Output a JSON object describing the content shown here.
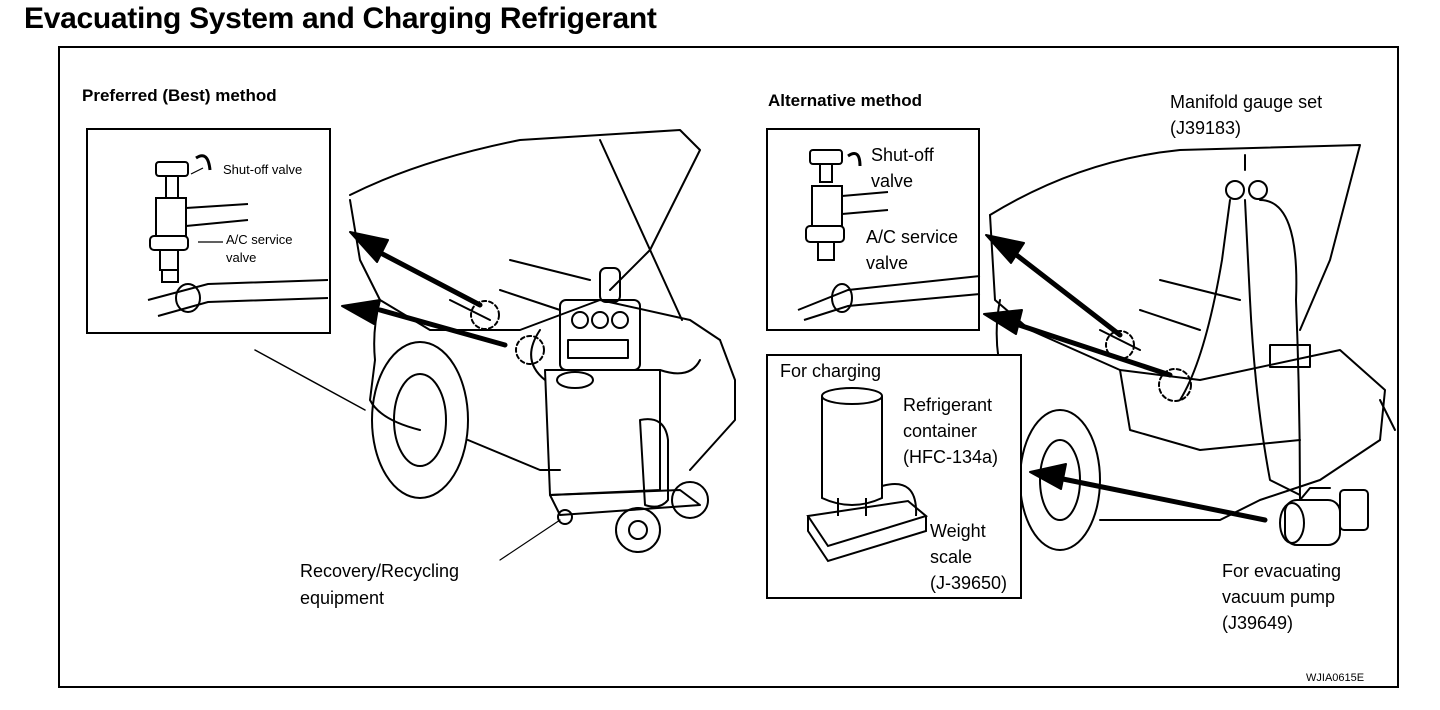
{
  "title": "Evacuating System and Charging Refrigerant",
  "preferred": {
    "heading": "Preferred (Best) method",
    "shutoff_label": "Shut-off valve",
    "service_label_line1": "A/C service",
    "service_label_line2": "valve",
    "equipment_line1": "Recovery/Recycling",
    "equipment_line2": "equipment"
  },
  "alternative": {
    "heading": "Alternative method",
    "shutoff_line1": "Shut-off",
    "shutoff_line2": "valve",
    "service_line1": "A/C service",
    "service_line2": "valve",
    "manifold_line1": "Manifold gauge set",
    "manifold_line2": "(J39183)",
    "pump_line1": "For evacuating",
    "pump_line2": "vacuum pump",
    "pump_line3": "(J39649)"
  },
  "charging": {
    "heading": "For charging",
    "container_line1": "Refrigerant",
    "container_line2": "container",
    "container_line3": "(HFC-134a)",
    "scale_line1": "Weight",
    "scale_line2": "scale",
    "scale_line3": "(J-39650)"
  },
  "figure_code": "WJIA0615E"
}
